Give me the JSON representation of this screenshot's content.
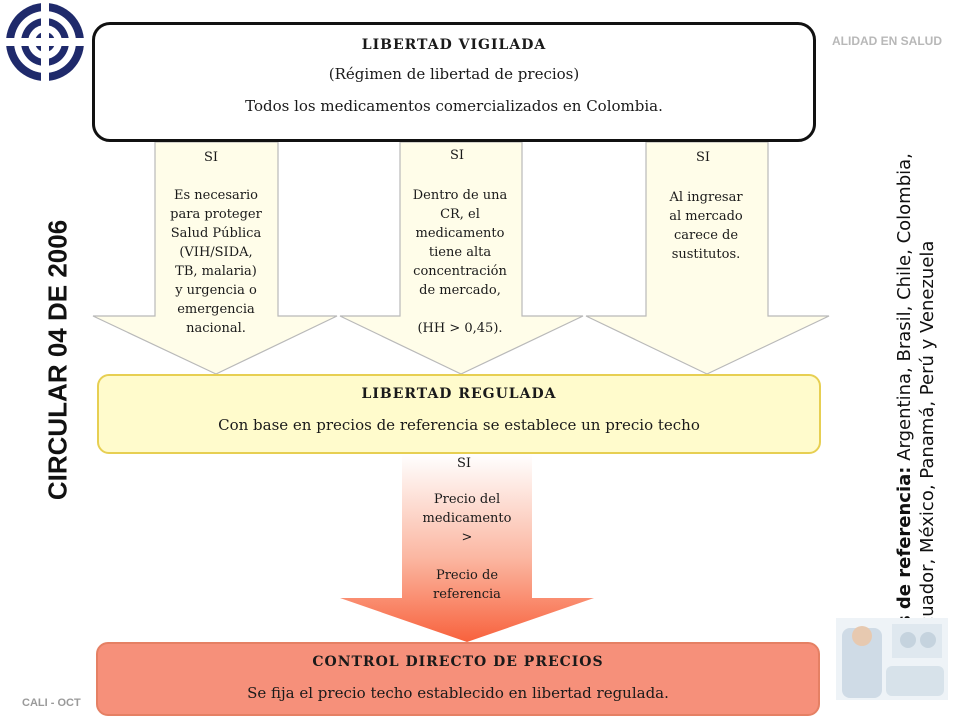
{
  "header": {
    "tag": "ALIDAD EN SALUD"
  },
  "footer": {
    "tag": "CALI - OCT"
  },
  "side_title": "CIRCULAR  04  DE  2006",
  "reference_countries": {
    "label": "Países  de  referencia:",
    "line1": "Argentina, Brasil, Chile, Colombia,",
    "line2": "Ecuador, México, Panamá, Perú y Venezuela"
  },
  "libertad_vigilada": {
    "title": "LIBERTAD  VIGILADA",
    "subtitle": "(Régimen de libertad de precios)",
    "description": "Todos los medicamentos comercializados en Colombia."
  },
  "conditions": [
    {
      "si": "SI",
      "lines": [
        "Es necesario",
        "para proteger",
        "Salud Pública",
        "(VIH/SIDA,",
        "TB, malaria)",
        "y urgencia o",
        "emergencia",
        "nacional."
      ]
    },
    {
      "si": "SI",
      "lines": [
        "Dentro de una",
        "CR, el",
        "medicamento",
        "tiene alta",
        "concentración",
        "de mercado,",
        "",
        "(HH > 0,45)."
      ]
    },
    {
      "si": "SI",
      "lines": [
        "Al ingresar",
        "al mercado",
        "carece de",
        "sustitutos."
      ]
    }
  ],
  "libertad_regulada": {
    "title": "LIBERTAD  REGULADA",
    "description": "Con base en precios de referencia se establece un precio techo"
  },
  "price_condition": {
    "si": "SI",
    "lines": [
      "Precio del",
      "medicamento",
      ">",
      "",
      "Precio de",
      "referencia"
    ]
  },
  "control_directo": {
    "title": "CONTROL  DIRECTO  DE  PRECIOS",
    "description": "Se fija el precio techo establecido en libertad regulada."
  },
  "colors": {
    "arrow_fill": "#fffde9",
    "regulada_fill": "#fffbcc",
    "control_fill": "#f6907a",
    "gradient_end": "#f8623d"
  }
}
